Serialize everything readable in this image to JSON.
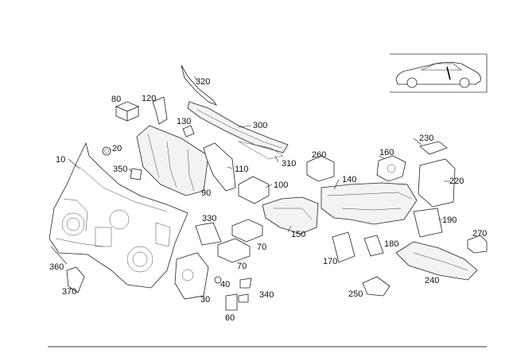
{
  "diagram": {
    "callouts": [
      "10",
      "20",
      "30",
      "40",
      "60",
      "70",
      "70",
      "80",
      "90",
      "100",
      "110",
      "120",
      "130",
      "140",
      "150",
      "160",
      "170",
      "180",
      "190",
      "220",
      "230",
      "240",
      "250",
      "260",
      "270",
      "300",
      "310",
      "320",
      "330",
      "340",
      "350",
      "360",
      "370"
    ]
  },
  "colors": {
    "line": "#222222",
    "background": "#ffffff"
  }
}
